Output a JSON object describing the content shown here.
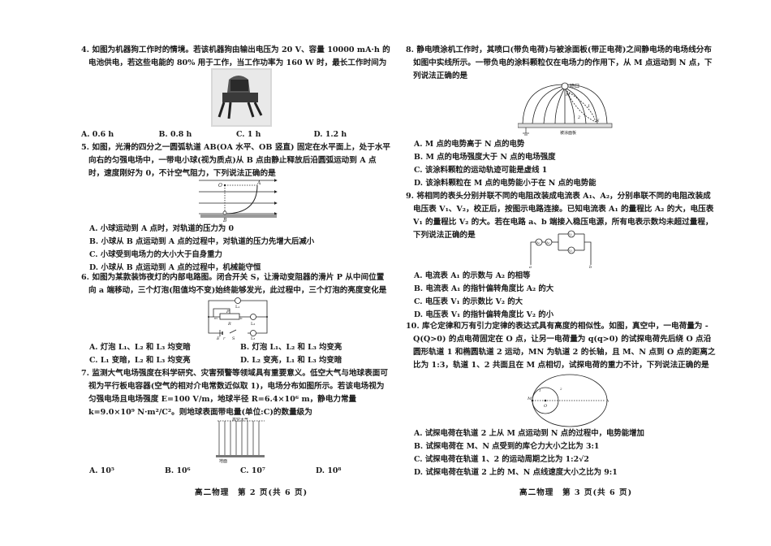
{
  "left_page": {
    "q4": {
      "stem": "4. 如图为机器狗工作时的情境。若该机器狗由输出电压为 20 V、容量 10000 mA·h 的电池供电，若这些电能的 80% 用于工作，当工作功率为 160 W 时，最长工作时间为",
      "options": [
        "A. 0.6 h",
        "B. 0.8 h",
        "C. 1 h",
        "D. 1.2 h"
      ]
    },
    "q5": {
      "stem": "5. 如图，光滑的四分之一圆弧轨道 AB(OA 水平、OB 竖直) 固定在水平面上，处于水平向右的匀强电场中，一带电小球(视为质点)从 B 点由静止释放后沿圆弧运动到 A 点时，速度刚好为 0，不计空气阻力，下列说法正确的是",
      "figure_labels": {
        "O": "O",
        "A": "A",
        "B": "B"
      },
      "options": [
        "A. 小球运动到 A 点时，对轨道的压力为 0",
        "B. 小球从 B 点运动到 A 点的过程中，对轨道的压力先增大后减小",
        "C. 小球受到电场力的大小大于自身重力",
        "D. 小球从 B 点运动到 A 点的过程中，机械能守恒"
      ]
    },
    "q6": {
      "stem": "6. 如图为某款装饰夜灯的内部电路图。闭合开关 S，让滑动变阻器的滑片 P 从中间位置向 a 端移动，三个灯泡(阻值均不变)始终能够发光，此过程中，三个灯泡的亮度变化是",
      "figure_labels": {
        "L1": "L₁",
        "L2": "L₂",
        "L3": "L₃",
        "P": "P",
        "R": "R",
        "m": "m",
        "n": "n",
        "E": "E",
        "r": "r",
        "S": "S"
      },
      "options": [
        "A. 灯泡 L₁、L₂ 和 L₃ 均变暗",
        "B. 灯泡 L₁、L₂ 和 L₃ 均变亮",
        "C. L₁ 变暗，L₂ 和 L₃ 均变亮",
        "D. L₂ 变亮，L₁ 和 L₃ 均变暗"
      ]
    },
    "q7": {
      "stem": "7. 监测大气电场强度在科学研究、灾害预警等领域具有重要意义。低空大气与地球表面可视为平行板电容器(空气的相对介电常数近似取 1)，电场分布如图所示。若该电场视为匀强电场且电场强度 E=100 V/m，地球半径 R=6.4×10⁶ m，静电力常量 k=9.0×10⁹ N·m²/C²。则地球表面带电量(单位:C)的数量级为",
      "figure_labels": {
        "top": "高空大气",
        "bottom": "地面"
      },
      "options": [
        "A. 10⁵",
        "B. 10⁶",
        "C. 10⁷",
        "D. 10⁸"
      ]
    },
    "footer": "高二物理　第 2 页(共 6 页)"
  },
  "right_page": {
    "q8": {
      "stem": "8. 静电喷涂机工作时，其喷口(带负电荷)与被涂面板(带正电荷)之间静电场的电场线分布如图中实线所示。一带负电的涂料颗粒仅在电场力的作用下，从 M 点运动到 N 点，下列说法正确的是",
      "figure_labels": {
        "nozzle": "喷口",
        "panel": "被涂面板",
        "M": "M",
        "N": "N",
        "path1": "1",
        "path2": "2"
      },
      "options": [
        "A. M 点的电势高于 N 点的电势",
        "B. M 点的电场强度大于 N 点的电场强度",
        "C. 该涂料颗粒的运动轨迹可能是虚线 1",
        "D. 该涂料颗粒在 M 点的电势能小于在 N 点的电势能"
      ]
    },
    "q9": {
      "stem": "9. 将相同的表头分别并联不同的电阻改装成电流表 A₁、A₂，分别串联不同的电阻改装成电压表 V₁、V₂，校正后，按图示电路连接。已知电流表 A₁ 的量程比 A₂ 的大，电压表 V₁ 的量程比 V₂ 的大。若在电路 a、b 端接入稳压电源，所有电表示数均未超过量程，下列说法正确的是",
      "figure_labels": {
        "A1": "A₁",
        "A2": "A₂",
        "V1": "V₁",
        "V2": "V₂",
        "a": "a",
        "b": "b"
      },
      "options": [
        "A. 电流表 A₁ 的示数与 A₂ 的相等",
        "B. 电流表 A₁ 的指针偏转角度比 A₂ 的大",
        "C. 电压表 V₁ 的示数比 V₂ 的大",
        "D. 电压表 V₁ 的指针偏转角度比 V₂ 的小"
      ]
    },
    "q10": {
      "stem": "10. 库仑定律和万有引力定律的表达式具有高度的相似性。如图，真空中，一电荷量为 -Q(Q>0) 的点电荷固定在 O 点，让另一电荷量为 q(q>0) 的试探电荷先后绕 O 点沿圆形轨道 1 和椭圆轨道 2 运动，MN 为轨道 2 的长轴，且 M、N 点到 O 点的距离之比为 1:3，轨道 1、2 共面且在 M 点相切，试探电荷的重力不计，下列说法正确的是",
      "figure_labels": {
        "M": "M",
        "N": "N",
        "O": "O",
        "orbit1": "1",
        "orbit2": "2"
      },
      "options": [
        "A. 试探电荷在轨道 2 上从 M 点运动到 N 点的过程中，电势能增加",
        "B. 试探电荷在 M、N 点受到的库仑力大小之比为 3:1",
        "C. 试探电荷在轨道 1、2 的运动周期之比为 1:2√2",
        "D. 试探电荷在轨道 2 上的 M、N 点线速度大小之比为 9:1"
      ]
    },
    "footer": "高二物理　第 3 页(共 6 页)"
  }
}
